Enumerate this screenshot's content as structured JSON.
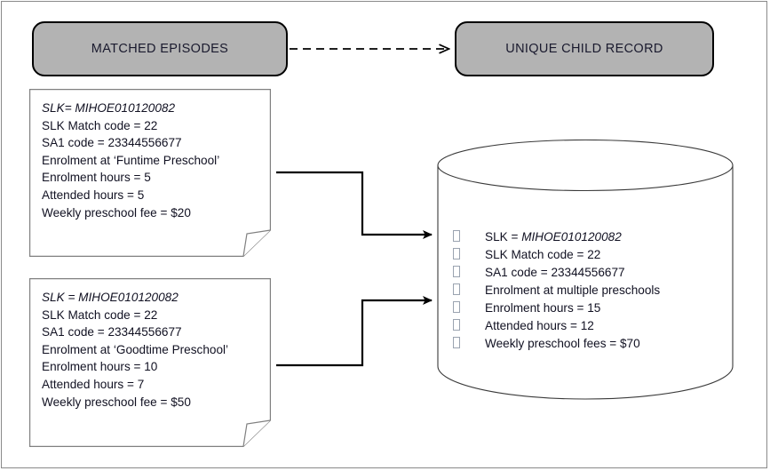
{
  "diagram": {
    "header_boxes": [
      {
        "id": "matched-episodes",
        "label": "MATCHED EPISODES"
      },
      {
        "id": "unique-child-record",
        "label": "UNIQUE CHILD RECORD"
      }
    ],
    "connectors": [
      {
        "id": "matched-to-unique",
        "style": "dashed",
        "arrowhead": "open"
      },
      {
        "id": "note1-to-database",
        "style": "solid",
        "arrowhead": "filled"
      },
      {
        "id": "note2-to-database",
        "style": "solid",
        "arrowhead": "filled"
      }
    ],
    "notes": [
      {
        "id": "episode-1",
        "lines": [
          {
            "text": "SLK= MIHOE010120082",
            "italic": true
          },
          {
            "text": "SLK Match code = 22",
            "italic": false
          },
          {
            "text": "SA1 code = 23344556677",
            "italic": false
          },
          {
            "text": "Enrolment at ‘Funtime Preschool’",
            "italic": false
          },
          {
            "text": "Enrolment hours = 5",
            "italic": false
          },
          {
            "text": "Attended hours = 5",
            "italic": false
          },
          {
            "text": "Weekly preschool fee = $20",
            "italic": false
          }
        ]
      },
      {
        "id": "episode-2",
        "lines": [
          {
            "text": "SLK = MIHOE010120082",
            "italic": true
          },
          {
            "text": "SLK Match code = 22",
            "italic": false
          },
          {
            "text": "SA1 code = 23344556677",
            "italic": false
          },
          {
            "text": "Enrolment at ‘Goodtime Preschool’",
            "italic": false
          },
          {
            "text": "Enrolment hours = 10",
            "italic": false
          },
          {
            "text": "Attended hours = 7",
            "italic": false
          },
          {
            "text": "Weekly preschool fee = $50",
            "italic": false
          }
        ]
      }
    ],
    "database": {
      "id": "unique-child-record-store",
      "bullet_glyph": "missing-glyph-box",
      "items": [
        {
          "prefix": "SLK = ",
          "emphasis": "MIHOE010120082",
          "suffix": ""
        },
        {
          "prefix": "SLK Match code = 22",
          "emphasis": "",
          "suffix": ""
        },
        {
          "prefix": "SA1 code = 23344556677",
          "emphasis": "",
          "suffix": ""
        },
        {
          "prefix": "Enrolment at multiple preschools",
          "emphasis": "",
          "suffix": ""
        },
        {
          "prefix": "Enrolment hours = 15",
          "emphasis": "",
          "suffix": ""
        },
        {
          "prefix": "Attended hours = 12",
          "emphasis": "",
          "suffix": ""
        },
        {
          "prefix": "Weekly preschool fees = $70",
          "emphasis": "",
          "suffix": ""
        }
      ]
    },
    "colors": {
      "header_fill": "#b3b3b3",
      "header_stroke": "#000000",
      "note_stroke": "#808080",
      "cylinder_stroke": "#3a3a3a",
      "connector": "#000000",
      "frame": "#8a8a8a",
      "text": "#111122"
    }
  }
}
